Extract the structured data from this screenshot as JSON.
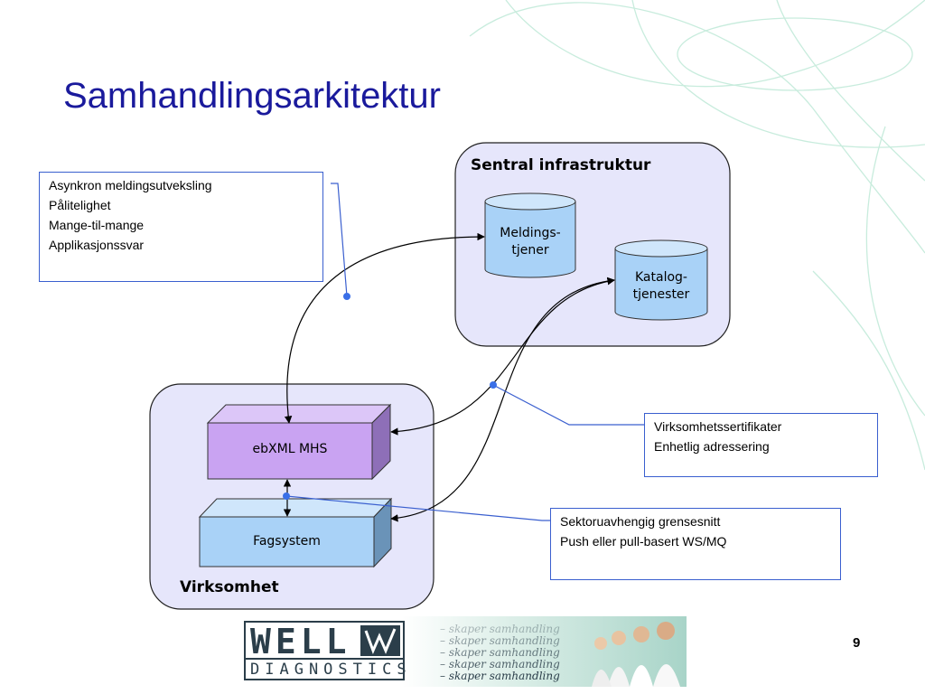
{
  "slide": {
    "title": "Samhandlingsarkitektur",
    "page_number": "9"
  },
  "callouts": {
    "left_top": [
      "Asynkron meldingsutveksling",
      "Pålitelighet",
      "Mange-til-mange",
      "Applikasjonssvar"
    ],
    "right_middle": [
      "Virksomhetssertifikater",
      "Enhetlig adressering"
    ],
    "right_bottom": [
      "Sektoruavhengig grensesnitt",
      "Push eller pull-basert WS/MQ"
    ]
  },
  "regions": {
    "central": "Sentral infrastruktur",
    "enterprise": "Virksomhet"
  },
  "nodes": {
    "message_server": [
      "Meldings-",
      "tjener"
    ],
    "catalog": [
      "Katalog-",
      "tjenester"
    ],
    "ebxml": "ebXML MHS",
    "fagsystem": "Fagsystem"
  },
  "logo": {
    "word": "WELL",
    "subword": "DIAGNOSTICS",
    "taglines": [
      "– skaper samhandling",
      "– skaper samhandling",
      "– skaper samhandling",
      "– skaper samhandling",
      "– skaper samhandling"
    ]
  },
  "colors": {
    "title": "#1a1a9c",
    "region_fill": "#e6e6fb",
    "cylinder_fill": "#a9d2f7",
    "ebxml_fill": "#c9a3f2",
    "fagsystem_fill": "#a9d2f7",
    "callout_border": "#3a5fcf"
  }
}
